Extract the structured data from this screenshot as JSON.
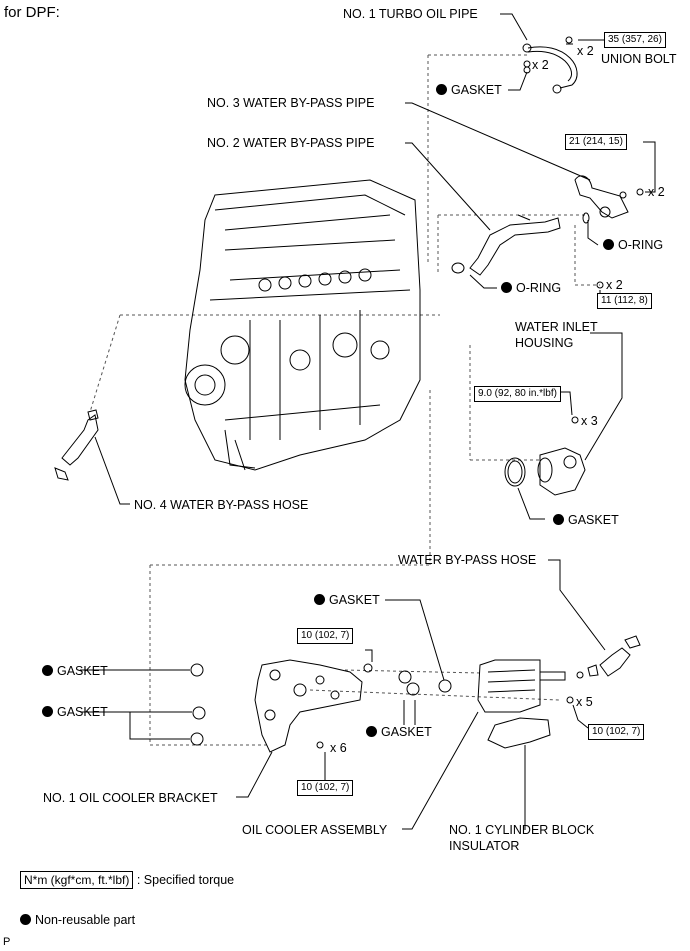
{
  "header": {
    "title": "for DPF:"
  },
  "labels": {
    "turbo_oil_pipe": "NO. 1 TURBO OIL PIPE",
    "union_bolt": "UNION BOLT",
    "gasket_top": "GASKET",
    "no3_water_pipe": "NO. 3 WATER BY-PASS PIPE",
    "no2_water_pipe": "NO. 2 WATER BY-PASS PIPE",
    "oring_right": "O-RING",
    "oring_left": "O-RING",
    "water_inlet_housing_line1": "WATER INLET",
    "water_inlet_housing_line2": "HOUSING",
    "gasket_inlet": "GASKET",
    "no4_water_hose": "NO. 4 WATER BY-PASS HOSE",
    "water_bypass_hose": "WATER BY-PASS HOSE",
    "gasket_mid": "GASKET",
    "gasket_left1": "GASKET",
    "gasket_left2": "GASKET",
    "gasket_cooler": "GASKET",
    "oil_cooler_bracket": "NO. 1 OIL COOLER BRACKET",
    "oil_cooler_assembly": "OIL COOLER ASSEMBLY",
    "cyl_block_insulator_line1": "NO. 1 CYLINDER BLOCK",
    "cyl_block_insulator_line2": "INSULATOR"
  },
  "torques": {
    "union_bolt": "35 (357, 26)",
    "pipe_bolt_top": "21 (214, 15)",
    "pipe_bolt_low": "11 (112, 8)",
    "inlet_housing": "9.0 (92, 80 in.*lbf)",
    "bracket_top": "10 (102, 7)",
    "bracket_bottom": "10 (102, 7)",
    "cooler_bolt": "10 (102, 7)"
  },
  "quantities": {
    "union_bolt": "x 2",
    "gasket_top": "x 2",
    "pipe_bolt_top": "x 2",
    "pipe_bolt_low": "x 2",
    "inlet_housing": "x 3",
    "bracket_bolts": "x 6",
    "cooler_bolts": "x 5"
  },
  "legend": {
    "torque_box": "N*m (kgf*cm, ft.*lbf)",
    "torque_text": ": Specified torque",
    "nonreusable_text": "Non-reusable part"
  },
  "footer": {
    "code": "P"
  },
  "colors": {
    "ink": "#000000",
    "paper": "#ffffff",
    "leader": "#000000",
    "dash": "#555555"
  }
}
